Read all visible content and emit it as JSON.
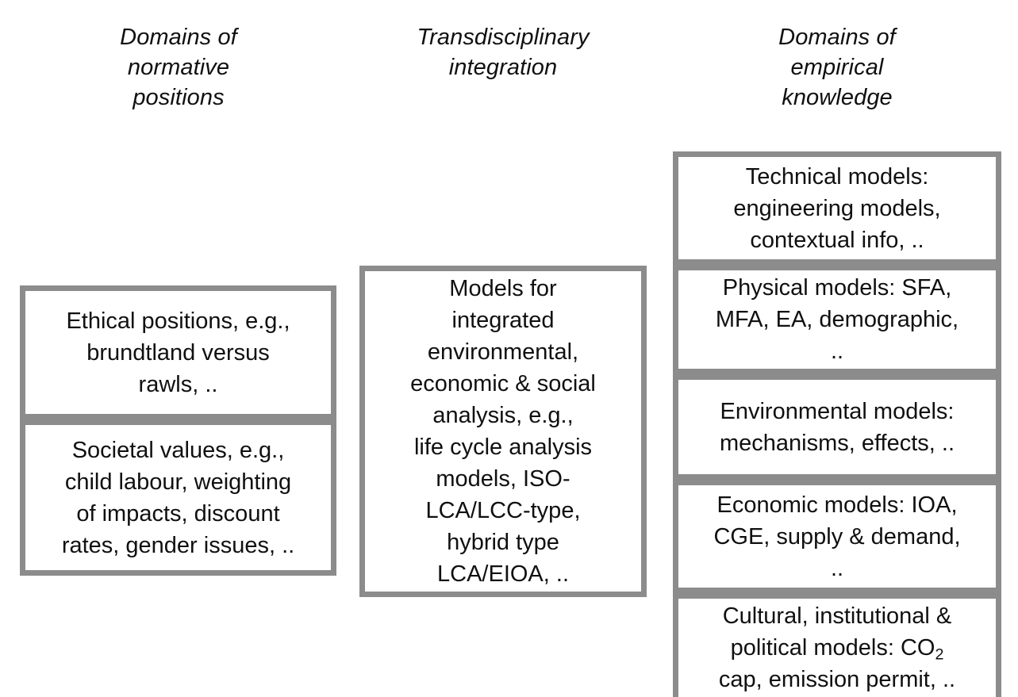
{
  "diagram": {
    "title": "Three-column framework of normative, transdisciplinary and empirical domains",
    "background_color": "#ffffff",
    "border_color": "#8c8c8c",
    "text_color": "#101010",
    "columns": [
      {
        "id": "normative",
        "header_lines": [
          "Domains of",
          "normative",
          "positions"
        ],
        "boxes": [
          {
            "id": "ethical-positions",
            "lines": [
              "Ethical positions, e.g.,",
              "brundtland versus",
              "rawls, .."
            ]
          },
          {
            "id": "societal-values",
            "lines": [
              "Societal values, e.g.,",
              "child labour, weighting",
              "of impacts, discount",
              "rates, gender issues, .."
            ]
          }
        ]
      },
      {
        "id": "transdisciplinary",
        "header_lines": [
          "Transdisciplinary",
          "integration"
        ],
        "boxes": [
          {
            "id": "integration-models",
            "lines": [
              "Models for",
              "integrated",
              "environmental,",
              "economic & social",
              "analysis, e.g.,",
              "life cycle analysis",
              "models, ISO-",
              "LCA/LCC-type,",
              "hybrid type",
              "LCA/EIOA, .."
            ]
          }
        ]
      },
      {
        "id": "empirical",
        "header_lines": [
          "Domains of",
          "empirical",
          "knowledge"
        ],
        "boxes": [
          {
            "id": "technical-models",
            "lines": [
              "Technical models:",
              "engineering models,",
              "contextual info, .."
            ]
          },
          {
            "id": "physical-models",
            "lines": [
              "Physical models: SFA,",
              "MFA, EA, demographic,",
              ".."
            ]
          },
          {
            "id": "environmental-models",
            "lines": [
              "Environmental models:",
              "mechanisms, effects, .."
            ]
          },
          {
            "id": "economic-models",
            "lines": [
              "Economic models: IOA,",
              "CGE, supply & demand,",
              ".."
            ]
          },
          {
            "id": "cultural-models",
            "lines": [
              "Cultural, institutional &",
              "political models: CO2",
              "cap, emission permit, .."
            ],
            "lines_parts": {
              "l1": "Cultural, institutional &",
              "l2a": "political models: CO",
              "l2sub": "2",
              "l3": "cap, emission permit, .."
            }
          }
        ]
      }
    ]
  }
}
